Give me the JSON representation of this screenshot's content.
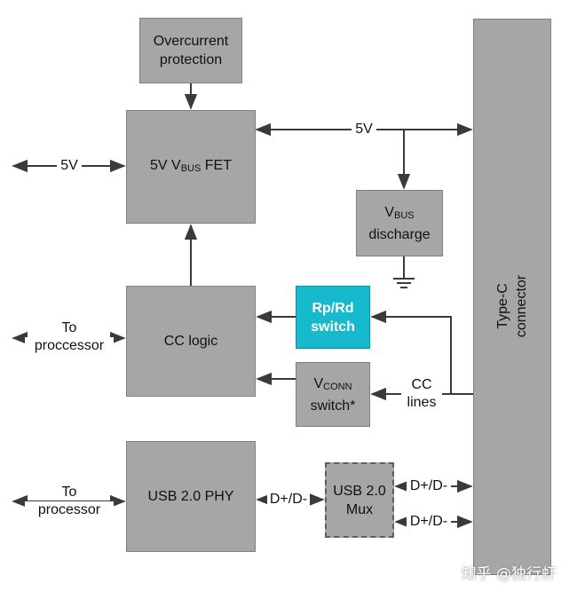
{
  "blocks": {
    "overcurrent": {
      "line1": "Overcurrent",
      "line2": "protection"
    },
    "vbus_fet": {
      "pre": "5V V",
      "sub": "BUS",
      "post": " FET"
    },
    "vbus_discharge": {
      "pre": "V",
      "sub": "BUS",
      "line2": "discharge"
    },
    "cc_logic": {
      "label": "CC logic"
    },
    "rprd_switch": {
      "line1": "Rp/Rd",
      "line2": "switch"
    },
    "vconn_switch": {
      "pre": "V",
      "sub": "CONN",
      "line2": "switch*"
    },
    "usb_phy": {
      "label": "USB 2.0 PHY"
    },
    "usb_mux": {
      "line1": "USB 2.0",
      "line2": "Mux"
    },
    "typec": {
      "line1": "Type-C",
      "line2": "connector"
    }
  },
  "labels": {
    "v5_left": "5V",
    "v5_bus": "5V",
    "cc_proc_line1": "To",
    "cc_proc_line2": "proccessor",
    "usb_proc_line1": "To",
    "usb_proc_line2": "processor",
    "cc_lines_line1": "CC",
    "cc_lines_line2": "lines",
    "dpdm_phy": "D+/D-",
    "dpdm_upper": "D+/D-",
    "dpdm_lower": "D+/D-"
  },
  "watermark": "知乎 @独行虾",
  "colors": {
    "block": "#a6a6a6",
    "highlight": "#17b9cc",
    "line": "#3a3a3a"
  }
}
